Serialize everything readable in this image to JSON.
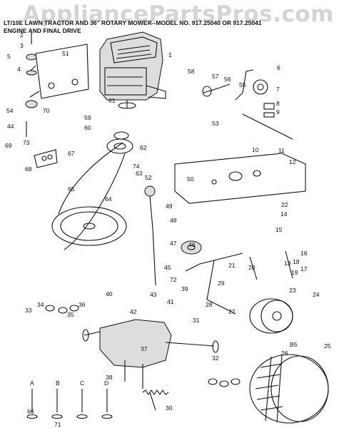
{
  "watermark": "AppliancePartsPros.com",
  "header": {
    "line1": "LT/10E LAWN TRACTOR AND 36\" ROTARY MOWER--MODEL NO. 917.25040 OR 917.25041",
    "line2": "ENGINE AND FINAL DRIVE"
  },
  "labels": [
    "1",
    "2",
    "3",
    "4",
    "5",
    "6",
    "7",
    "8",
    "9",
    "10",
    "11",
    "12",
    "13",
    "14",
    "15",
    "16",
    "17",
    "18",
    "19",
    "20",
    "21",
    "22",
    "23",
    "24",
    "25",
    "26",
    "27",
    "28",
    "29",
    "30",
    "31",
    "32",
    "33",
    "34",
    "35",
    "36",
    "37",
    "38",
    "39",
    "40",
    "41",
    "42",
    "43",
    "44",
    "45",
    "46",
    "47",
    "48",
    "49",
    "50",
    "51",
    "52",
    "53",
    "54",
    "55",
    "56",
    "57",
    "58",
    "59",
    "60",
    "61",
    "62",
    "63",
    "64",
    "65",
    "66",
    "67",
    "68",
    "69",
    "70",
    "71",
    "72",
    "73",
    "74",
    "A",
    "B",
    "C",
    "D",
    "B5"
  ]
}
